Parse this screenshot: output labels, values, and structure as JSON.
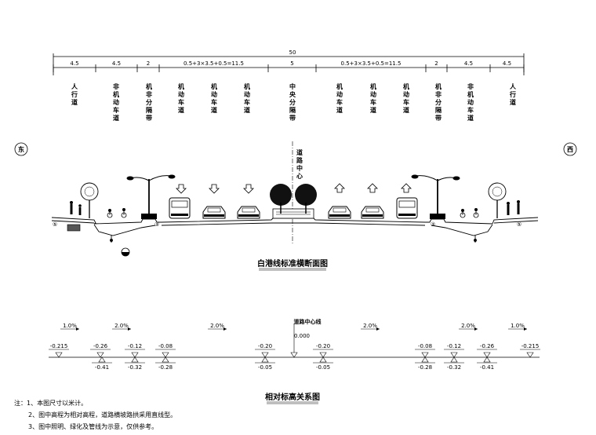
{
  "dimensions": {
    "total": "50",
    "segments": [
      "4.5",
      "4.5",
      "2",
      "0.5+3×3.5+0.5=11.5",
      "5",
      "0.5+3×3.5+0.5=11.5",
      "2",
      "4.5",
      "4.5"
    ]
  },
  "lane_labels": [
    "人行道",
    "非机动车道",
    "机非分隔带",
    "机动车道",
    "机动车道",
    "机动车道",
    "中央分隔带",
    "机动车道",
    "机动车道",
    "机动车道",
    "机非分隔带",
    "非机动车道",
    "人行道"
  ],
  "directions": {
    "left": "东",
    "right": "西"
  },
  "centerline_label_vertical": "道路中心",
  "section_title": "白港线标准横断面图",
  "elevation": {
    "title": "相对标高关系图",
    "centerline_label": "道路中心线",
    "center_value": "0.000",
    "slopes": [
      "1.0%",
      "2.0%",
      "2.0%",
      "2.0%",
      "2.0%",
      "1.0%"
    ],
    "upper_values": [
      "-0.215",
      "-0.26",
      "-0.12",
      "-0.08",
      "-0.20",
      "-0.20",
      "-0.08",
      "-0.12",
      "-0.26",
      "-0.215"
    ],
    "lower_values": [
      "-0.41",
      "-0.32",
      "-0.28",
      "-0.05",
      "-0.05",
      "-0.28",
      "-0.32",
      "-0.41"
    ]
  },
  "notes": {
    "prefix": "注：",
    "items": [
      "1、本图尺寸以米计。",
      "2、图中高程为相对高程，道路横坡路拱采用直线型。",
      "3、图中照明、绿化及管线为示意，仅供参考。"
    ]
  },
  "legend_markers": [
    "①",
    "②",
    "③",
    "④",
    "⑤"
  ]
}
